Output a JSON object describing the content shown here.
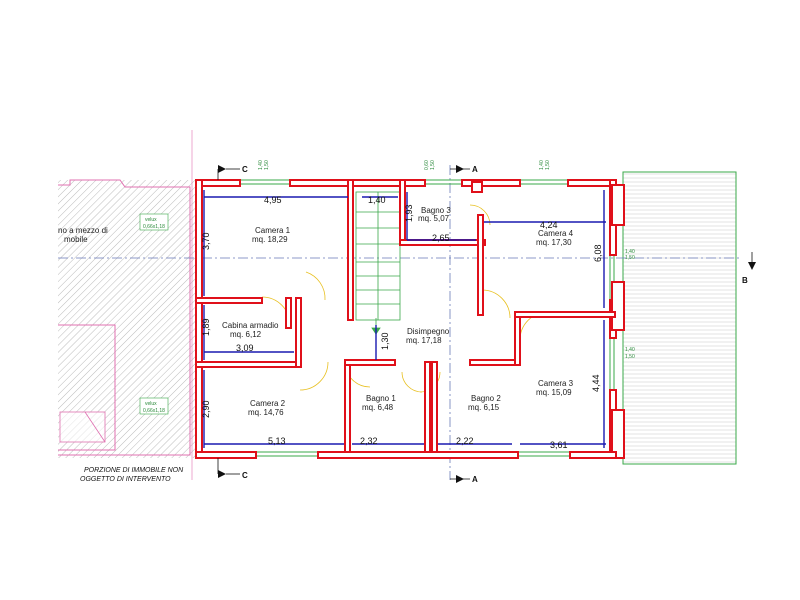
{
  "rooms": [
    {
      "name": "Camera 1",
      "area": "mq. 18,29"
    },
    {
      "name": "Bagno 3",
      "area": "mq. 5,07"
    },
    {
      "name": "Camera 4",
      "area": "mq. 17,30"
    },
    {
      "name": "Cabina armadio",
      "area": "mq. 6,12"
    },
    {
      "name": "Disimpegno",
      "area": "mq. 17,18"
    },
    {
      "name": "Camera 3",
      "area": "mq. 15,09"
    },
    {
      "name": "Camera 2",
      "area": "mq. 14,76"
    },
    {
      "name": "Bagno 1",
      "area": "mq. 6,48"
    },
    {
      "name": "Bagno 2",
      "area": "mq. 6,15"
    }
  ],
  "dimensions": {
    "d_495": "4,95",
    "d_140": "1,40",
    "d_193": "1,93",
    "d_265": "2,65",
    "d_424": "4,24",
    "d_370": "3,70",
    "d_608": "6,08",
    "d_189": "1,89",
    "d_309": "3,09",
    "d_130": "1,30",
    "d_444": "4,44",
    "d_290": "2,90",
    "d_513": "5,13",
    "d_232": "2,32",
    "d_222": "2,22",
    "d_361": "3,61"
  },
  "sections": {
    "c": "C",
    "a": "A",
    "b": "B"
  },
  "left_text": {
    "line1": "no a mezzo di",
    "line2": "mobile"
  },
  "note": {
    "line1": "PORZIONE DI IMMOBILE NON",
    "line2": "OGGETTO DI INTERVENTO"
  },
  "window_tags": {
    "w1": "1,40",
    "w1b": "1,50",
    "w2": "0,60",
    "w2b": "1,50",
    "w3": "1,40",
    "w3b": "1,50",
    "w4": "1,40",
    "w4b": "1,50",
    "w5": "1,40",
    "w5b": "1,50",
    "lucern1": "velux",
    "lucern1b": "0,66x1,18",
    "lucern2": "velux",
    "lucern2b": "0,66x1,18"
  },
  "colors": {
    "wall": "#e0101a",
    "dimension": "#1a1ab0",
    "green": "#3aa84a",
    "axis": "#6a7ab8",
    "hatch": "#e070b0"
  }
}
